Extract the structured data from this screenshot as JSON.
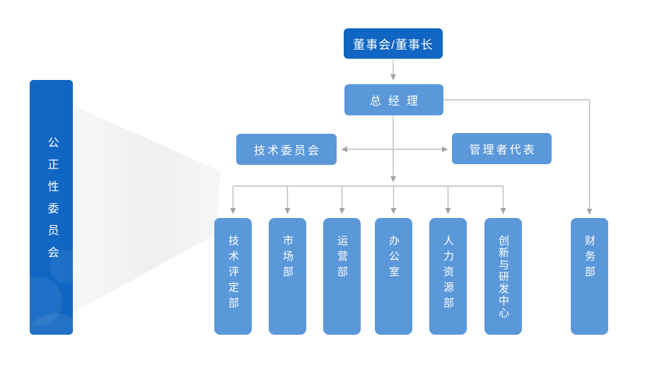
{
  "theme": {
    "dark_blue": "#1166c3",
    "light_blue": "#5b98d9",
    "connector_gray": "#bdbdbd",
    "arrow_gray": "#a3a3a3",
    "beam_gray": "#f0f0f0",
    "text_white": "#ffffff",
    "background": "#ffffff"
  },
  "sidebar": {
    "label": "公正性委员会"
  },
  "org": {
    "board": {
      "label": "董事会/董事长"
    },
    "general_manager": {
      "label": "总经理"
    },
    "tech_committee": {
      "label": "技术委员会"
    },
    "management_representative": {
      "label": "管理者代表"
    },
    "departments": [
      {
        "label": "技术评定部"
      },
      {
        "label": "市场部"
      },
      {
        "label": "运营部"
      },
      {
        "label": "办公室"
      },
      {
        "label": "人力资源部"
      },
      {
        "label": "创新与研发中心"
      },
      {
        "label": "财务部"
      }
    ]
  }
}
